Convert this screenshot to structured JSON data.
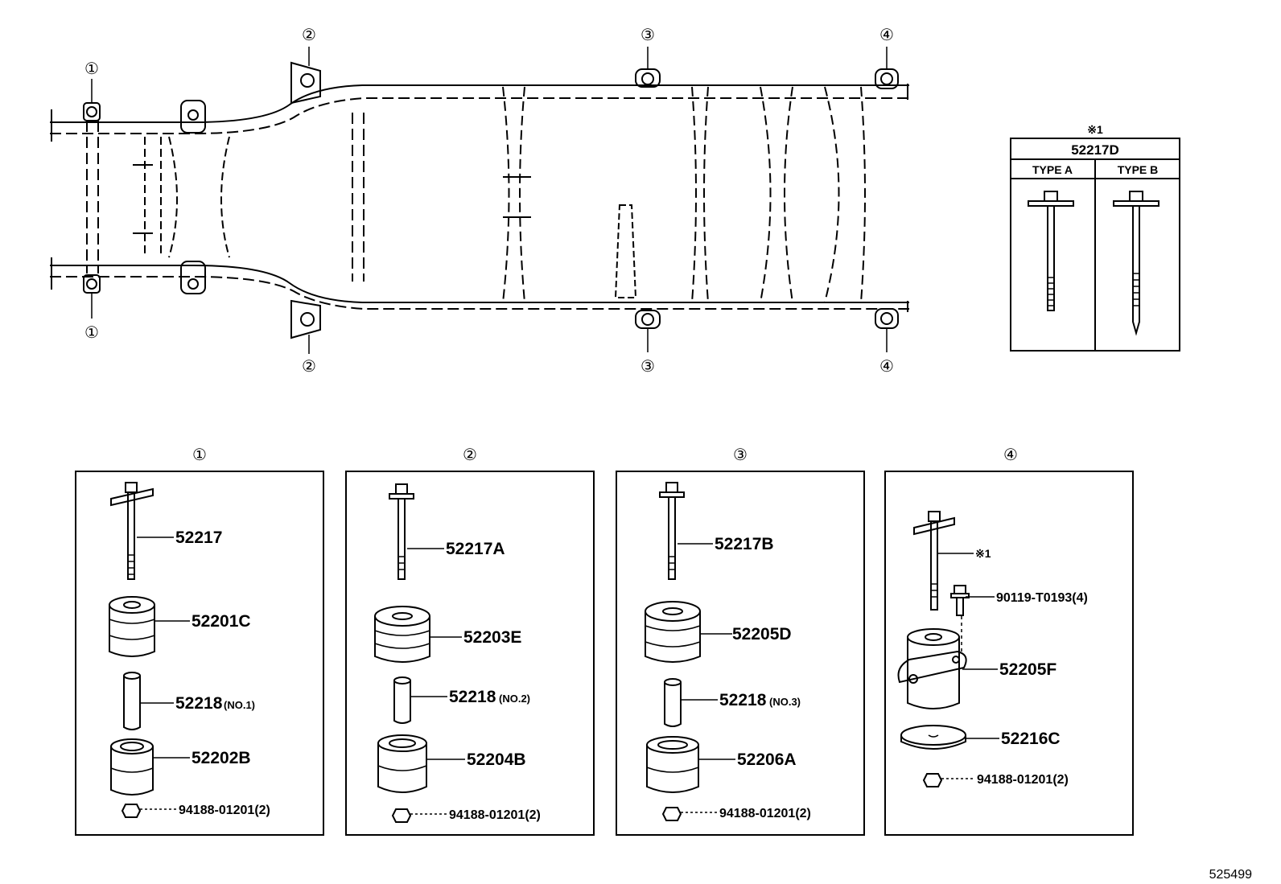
{
  "frame": {
    "callouts_top": [
      "②",
      "③",
      "④"
    ],
    "callouts_bottom": [
      "②",
      "③",
      "④"
    ],
    "callout_one": "①"
  },
  "inset": {
    "mark": "※1",
    "part": "52217D",
    "type_a": "TYPE  A",
    "type_b": "TYPE  B"
  },
  "groups": [
    {
      "id": "①",
      "parts": [
        {
          "number": "52217",
          "note": ""
        },
        {
          "number": "52201C",
          "note": ""
        },
        {
          "number": "52218",
          "note": "(NO.1)"
        },
        {
          "number": "52202B",
          "note": ""
        },
        {
          "number": "94188-01201(2)",
          "note": ""
        }
      ]
    },
    {
      "id": "②",
      "parts": [
        {
          "number": "52217A",
          "note": ""
        },
        {
          "number": "52203E",
          "note": ""
        },
        {
          "number": "52218",
          "note": "(NO.2)"
        },
        {
          "number": "52204B",
          "note": ""
        },
        {
          "number": "94188-01201(2)",
          "note": ""
        }
      ]
    },
    {
      "id": "③",
      "parts": [
        {
          "number": "52217B",
          "note": ""
        },
        {
          "number": "52205D",
          "note": ""
        },
        {
          "number": "52218",
          "note": "(NO.3)"
        },
        {
          "number": "52206A",
          "note": ""
        },
        {
          "number": "94188-01201(2)",
          "note": ""
        }
      ]
    },
    {
      "id": "④",
      "parts": [
        {
          "number": "※1",
          "note": ""
        },
        {
          "number": "90119-T0193(4)",
          "note": ""
        },
        {
          "number": "52205F",
          "note": ""
        },
        {
          "number": "52216C",
          "note": ""
        },
        {
          "number": "94188-01201(2)",
          "note": ""
        }
      ]
    }
  ],
  "figure_number": "525499"
}
